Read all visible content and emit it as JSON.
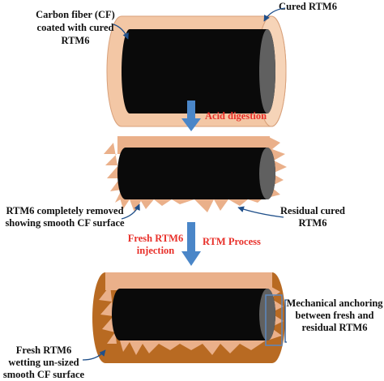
{
  "labels": {
    "cf_coated_line1": "Carbon fiber (CF)",
    "cf_coated_line2": "coated with cured",
    "cf_coated_line3": "RTM6",
    "cured_rtm6": "Cured RTM6",
    "acid_digestion": "Acid digestion",
    "removed_line1": "RTM6 completely removed",
    "removed_line2": "showing smooth CF surface",
    "residual_line1": "Residual cured",
    "residual_line2": "RTM6",
    "fresh_injection_line1": "Fresh RTM6",
    "fresh_injection_line2": "injection",
    "rtm_process": "RTM Process",
    "anchoring_line1": "Mechanical anchoring",
    "anchoring_line2": "between fresh and",
    "anchoring_line3": "residual RTM6",
    "wetting_line1": "Fresh RTM6",
    "wetting_line2": "wetting un-sized",
    "wetting_line3": "smooth CF surface"
  },
  "colors": {
    "fiber_black": "#0a0a0a",
    "fiber_end_grey": "#606060",
    "cured_rtm6": "#f3c7a5",
    "residual_rtm6": "#eab08a",
    "fresh_rtm6": "#b86a22",
    "arrow_blue": "#4a86c8",
    "annotation_red": "#e8302a",
    "pointer_blue": "#1f4f8a",
    "anchor_box": "#5b87c0"
  }
}
